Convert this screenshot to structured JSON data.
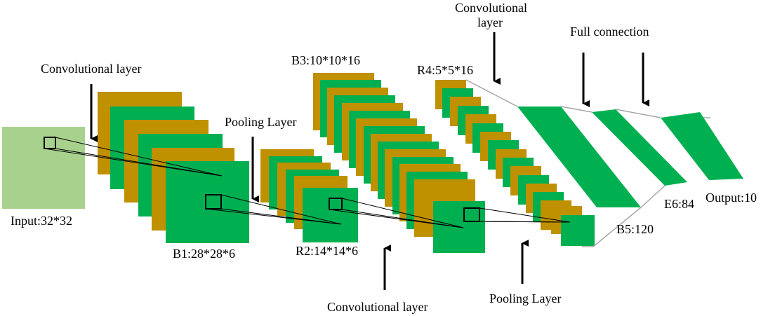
{
  "colors": {
    "green": "#00b050",
    "gold": "#bf9000",
    "input_green": "#a9d18e",
    "line": "#000000",
    "connector": "#a6a6a6"
  },
  "labels": {
    "conv_top_left": "Convolutional layer",
    "pooling_mid": "Pooling Layer",
    "b3": "B3:10*10*16",
    "conv_top_line1": "Convolutional",
    "conv_top_line2": "layer",
    "r4": "R4:5*5*16",
    "full_connection": "Full connection",
    "input": "Input:32*32",
    "b1": "B1:28*28*6",
    "r2": "R2:14*14*6",
    "b5": "B5:120",
    "e6": "E6:84",
    "output": "Output:10",
    "conv_bottom": "Convolutional layer",
    "pool_bottom": "Pooling Layer"
  }
}
